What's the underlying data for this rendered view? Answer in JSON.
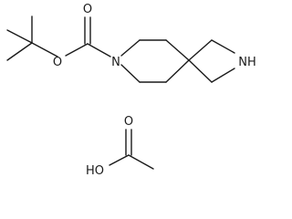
{
  "structure": {
    "atoms": {
      "carbonyl_oxygen_top": "O",
      "ester_oxygen": "O",
      "piperidine_nitrogen": "N",
      "azetidine_nh": "NH",
      "acetic_acid_carbonyl_oxygen": "O",
      "acetic_acid_hydroxyl": "HO"
    }
  },
  "colors": {
    "bond": "#1a1a1a",
    "background": "#ffffff"
  }
}
